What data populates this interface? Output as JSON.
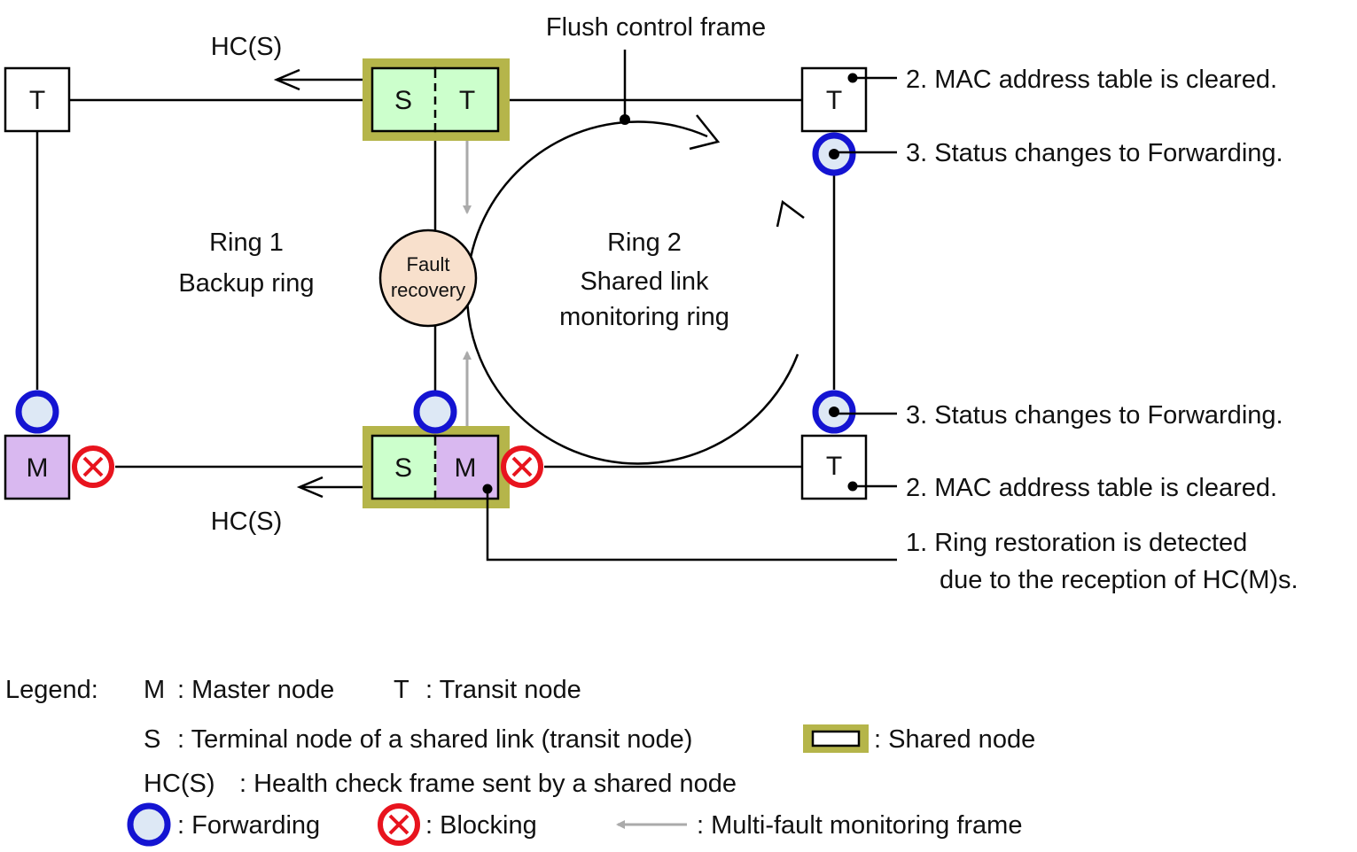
{
  "labels": {
    "flush_control_frame": "Flush control frame",
    "hc_s_top": "HC(S)",
    "hc_s_bottom": "HC(S)",
    "ring1_line1": "Ring 1",
    "ring1_line2": "Backup ring",
    "ring2_line1": "Ring 2",
    "ring2_line2": "Shared link",
    "ring2_line3": "monitoring ring",
    "fault_line1": "Fault",
    "fault_line2": "recovery"
  },
  "nodes": {
    "top_left": "T",
    "top_shared_left": "S",
    "top_shared_right": "T",
    "top_right": "T",
    "bottom_left": "M",
    "bottom_shared_left": "S",
    "bottom_shared_right": "M",
    "bottom_right": "T"
  },
  "callouts": {
    "mac_top": "2. MAC address table is cleared.",
    "status_top": "3. Status changes to Forwarding.",
    "status_bottom": "3. Status changes to Forwarding.",
    "mac_bottom": "2. MAC address table is cleared.",
    "restore_line1": "1. Ring restoration is detected",
    "restore_line2": "due to the reception of HC(M)s."
  },
  "legend": {
    "title": "Legend:",
    "m_key": "M",
    "m_desc": ": Master node",
    "t_key": "T",
    "t_desc": ": Transit node",
    "s_key": "S",
    "s_desc": ": Terminal node of a shared link (transit node)",
    "shared_desc": ": Shared node",
    "hc_key": "HC(S)",
    "hc_desc": ": Health check frame sent by a shared node",
    "forwarding_desc": ": Forwarding",
    "blocking_desc": ": Blocking",
    "multifault_desc": ": Multi-fault monitoring frame"
  },
  "colors": {
    "shared_node_border": "#b5b54a",
    "s_node_fill": "#ccffcc",
    "m_node_fill": "#d9b8f0",
    "forwarding_ring": "#1414d2",
    "forwarding_fill": "#dde8f5",
    "blocking_ring": "#e8141e",
    "fault_fill": "#f8e0cc",
    "multifault_arrow": "#aaaaaa"
  }
}
